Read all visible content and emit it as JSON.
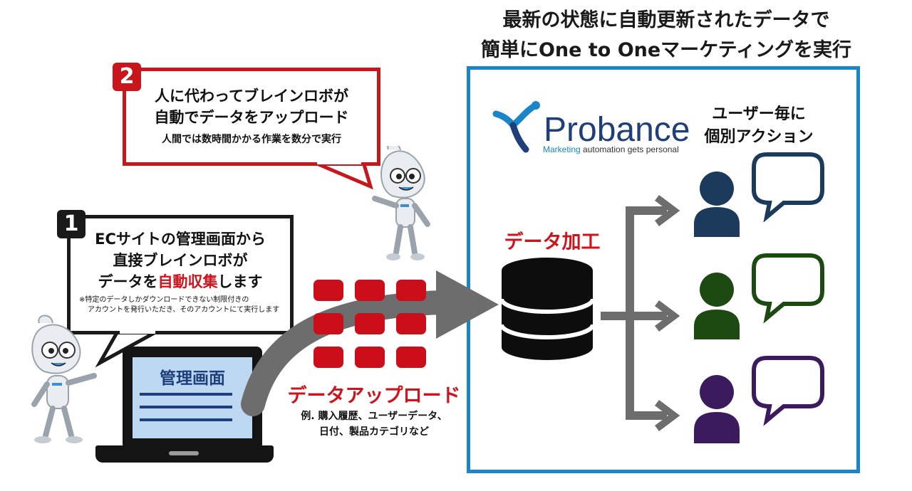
{
  "headline": {
    "line1": "最新の状態に自動更新されたデータで",
    "line2": "簡単にOne to Oneマーケティングを実行"
  },
  "step2": {
    "number": "2",
    "line1": "人に代わってブレインロボが",
    "line2": "自動でデータをアップロード",
    "sub": "人間では数時間かかる作業を数分で実行"
  },
  "step1": {
    "number": "1",
    "line1": "ECサイトの管理画面から",
    "line2": "直接ブレインロボが",
    "line3_pre": "データを",
    "line3_highlight": "自動収集",
    "line3_post": "します",
    "note_line1": "※特定のデータしかダウンロードできない制限付きの",
    "note_line2": "アカウントを発行いただき、そのアカウントにて実行します"
  },
  "laptop": {
    "screen_title": "管理画面"
  },
  "upload": {
    "label": "データアップロード",
    "example_line1": "例. 購入履歴、ユーザーデータ、",
    "example_line2": "日付、製品カテゴリなど"
  },
  "processing": {
    "label": "データ加工"
  },
  "logo": {
    "name": "Probance",
    "tagline_highlight": "Marketing",
    "tagline_rest": " automation gets personal"
  },
  "users": {
    "title_line1": "ユーザー毎に",
    "title_line2": "個別アクション",
    "colors": [
      "#1b3a5c",
      "#1d4a12",
      "#3b1a5e"
    ]
  },
  "colors": {
    "frame": "#1a85c8",
    "accent_red": "#d0121b",
    "arrow_gray": "#6d6d6d"
  }
}
